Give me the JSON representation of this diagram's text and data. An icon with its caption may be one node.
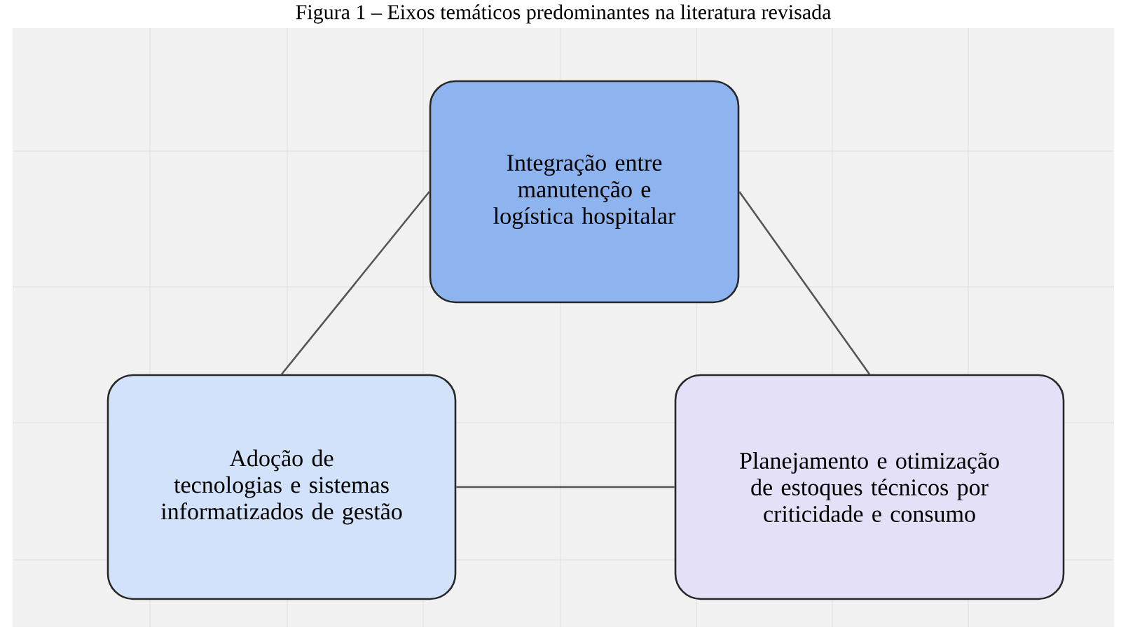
{
  "diagram": {
    "title": "Figura 1 – Eixos temáticos predominantes na literatura revisada",
    "nodes": [
      {
        "text": [
          "Integração entre manutenção e logística hospitalar"
        ]
      },
      {
        "text": [
          "Adoção de tecnologias e sistemas informatizados de gestão"
        ]
      },
      {
        "text": [
          "Planejamento e otimização de estoques técnicos por criticidade e consumo"
        ]
      }
    ],
    "edges": [
      {
        "from": 0,
        "to": 1,
        "arrow": "none"
      },
      {
        "from": 0,
        "to": 2,
        "arrow": "none"
      },
      {
        "from": 1,
        "to": 2,
        "arrow": "none"
      }
    ]
  }
}
